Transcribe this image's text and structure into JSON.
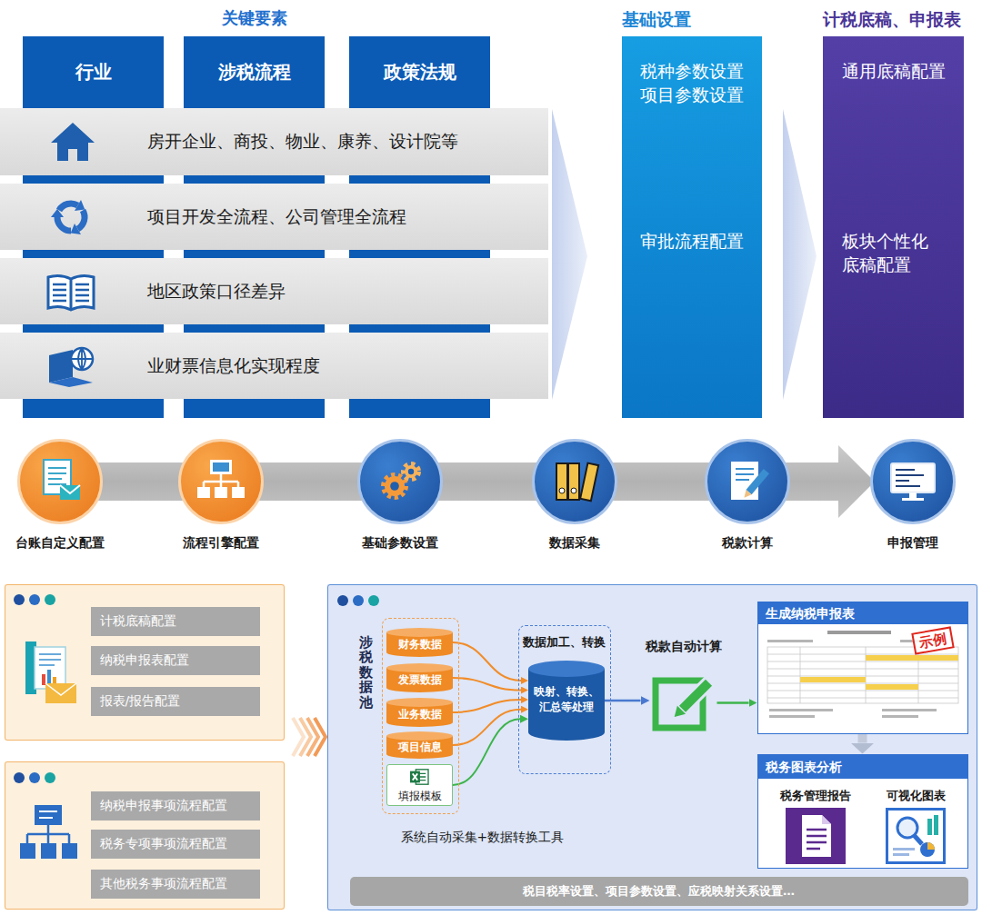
{
  "diagram": {
    "nodes": [
      {
        "text": [
          "行业"
        ]
      },
      {
        "text": [
          "涉税流程"
        ]
      },
      {
        "text": [
          "政策法规"
        ]
      },
      {
        "text": [
          "房开企业、商投、物业、康养、设计院等"
        ]
      },
      {
        "text": [
          "项目开发全流程、公司管理全流程"
        ]
      },
      {
        "text": [
          "地区政策口径差异"
        ]
      },
      {
        "text": [
          "业财票信息化实现程度"
        ]
      },
      {
        "text": [
          "基础设置",
          "税种参数设置 项目参数设置",
          "审批流程配置"
        ]
      },
      {
        "text": [
          "计税底稿、申报表",
          "通用底稿配置",
          "板块个性化 底稿配置"
        ]
      },
      {
        "text": [
          "台账自定义配置"
        ]
      },
      {
        "text": [
          "流程引擎配置"
        ]
      },
      {
        "text": [
          "基础参数设置"
        ]
      },
      {
        "text": [
          "数据采集"
        ]
      },
      {
        "text": [
          "税款计算"
        ]
      },
      {
        "text": [
          "申报管理"
        ]
      },
      {
        "text": []
      },
      {
        "text": [
          "计税底稿配置"
        ],
        "in": 15
      },
      {
        "text": [
          "纳税申报表配置"
        ],
        "in": 15
      },
      {
        "text": [
          "报表/报告配置"
        ],
        "in": 15
      },
      {
        "text": []
      },
      {
        "text": [
          "纳税申报事项流程配置"
        ],
        "in": 19
      },
      {
        "text": [
          "税务专项事项流程配置"
        ],
        "in": 19
      },
      {
        "text": [
          "其他税务事项流程配置"
        ],
        "in": 19
      },
      {
        "text": []
      },
      {
        "text": [
          "涉税数据池",
          "系统自动采集+数据转换工具"
        ],
        "in": 23
      },
      {
        "text": [
          "财务数据"
        ],
        "in": 24
      },
      {
        "text": [
          "发票数据"
        ],
        "in": 24
      },
      {
        "text": [
          "业务数据"
        ],
        "in": 24
      },
      {
        "text": [
          "项目信息"
        ],
        "in": 24
      },
      {
        "text": [
          "填报模板"
        ],
        "in": 24
      },
      {
        "text": [
          "数据加工、转换"
        ],
        "in": 23
      },
      {
        "text": [
          "映射、转换、汇总等处理"
        ],
        "in": 30
      },
      {
        "text": [
          "税款自动计算"
        ],
        "in": 23
      },
      {
        "text": [
          "生成纳税申报表",
          "示例"
        ],
        "in": 23
      },
      {
        "text": [
          "税务图表分析"
        ],
        "in": 23
      },
      {
        "text": [
          "税务管理报告"
        ],
        "in": 34
      },
      {
        "text": [
          "可视化图表"
        ],
        "in": 34
      },
      {
        "text": [
          "税目税率设置、项目参数设置、应税映射关系设置…"
        ],
        "in": 23
      }
    ],
    "edges": [
      {
        "from": 25,
        "to": 31,
        "arrow": "to"
      },
      {
        "from": 26,
        "to": 31,
        "arrow": "to"
      },
      {
        "from": 27,
        "to": 31,
        "arrow": "to"
      },
      {
        "from": 28,
        "to": 31,
        "arrow": "to"
      },
      {
        "from": 29,
        "to": 31,
        "arrow": "to"
      },
      {
        "from": 31,
        "to": 32,
        "arrow": "to"
      },
      {
        "from": 32,
        "to": 33,
        "arrow": "to"
      },
      {
        "from": 33,
        "to": 34,
        "arrow": "to"
      }
    ],
    "labels": [
      "关键要素"
    ]
  }
}
